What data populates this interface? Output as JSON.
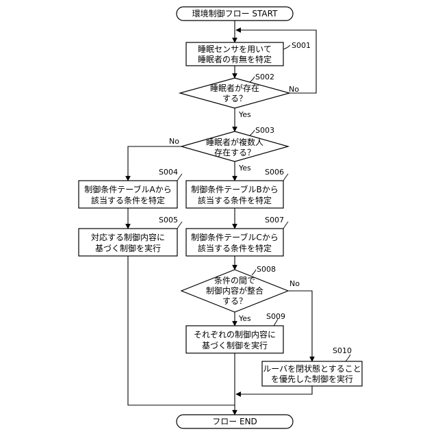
{
  "terminals": {
    "start": "環境制御フロー START",
    "end": "フロー END"
  },
  "steps": {
    "s001": {
      "id": "S001",
      "lines": [
        "睡眠センサを用いて",
        "睡眠者の有無を特定"
      ]
    },
    "s002": {
      "id": "S002",
      "lines": [
        "睡眠者が存在",
        "する？"
      ]
    },
    "s003": {
      "id": "S003",
      "lines": [
        "睡眠者が複数人",
        "存在する？"
      ]
    },
    "s004": {
      "id": "S004",
      "lines": [
        "制御条件テーブルAから",
        "該当する条件を特定"
      ]
    },
    "s005": {
      "id": "S005",
      "lines": [
        "対応する制御内容に",
        "基づく制御を実行"
      ]
    },
    "s006": {
      "id": "S006",
      "lines": [
        "制御条件テーブルBから",
        "該当する条件を特定"
      ]
    },
    "s007": {
      "id": "S007",
      "lines": [
        "制御条件テーブルCから",
        "該当する条件を特定"
      ]
    },
    "s008": {
      "id": "S008",
      "lines": [
        "条件の間で",
        "制御内容が整合",
        "する？"
      ]
    },
    "s009": {
      "id": "S009",
      "lines": [
        "それぞれの制御内容に",
        "基づく制御を実行"
      ]
    },
    "s010": {
      "id": "S010",
      "lines": [
        "ルーバを閉状態とすること",
        "を優先した制御を実行"
      ]
    }
  },
  "branch_labels": {
    "s002_no": "No",
    "s002_yes": "Yes",
    "s003_no": "No",
    "s003_yes": "Yes",
    "s008_no": "No",
    "s008_yes": "Yes"
  }
}
